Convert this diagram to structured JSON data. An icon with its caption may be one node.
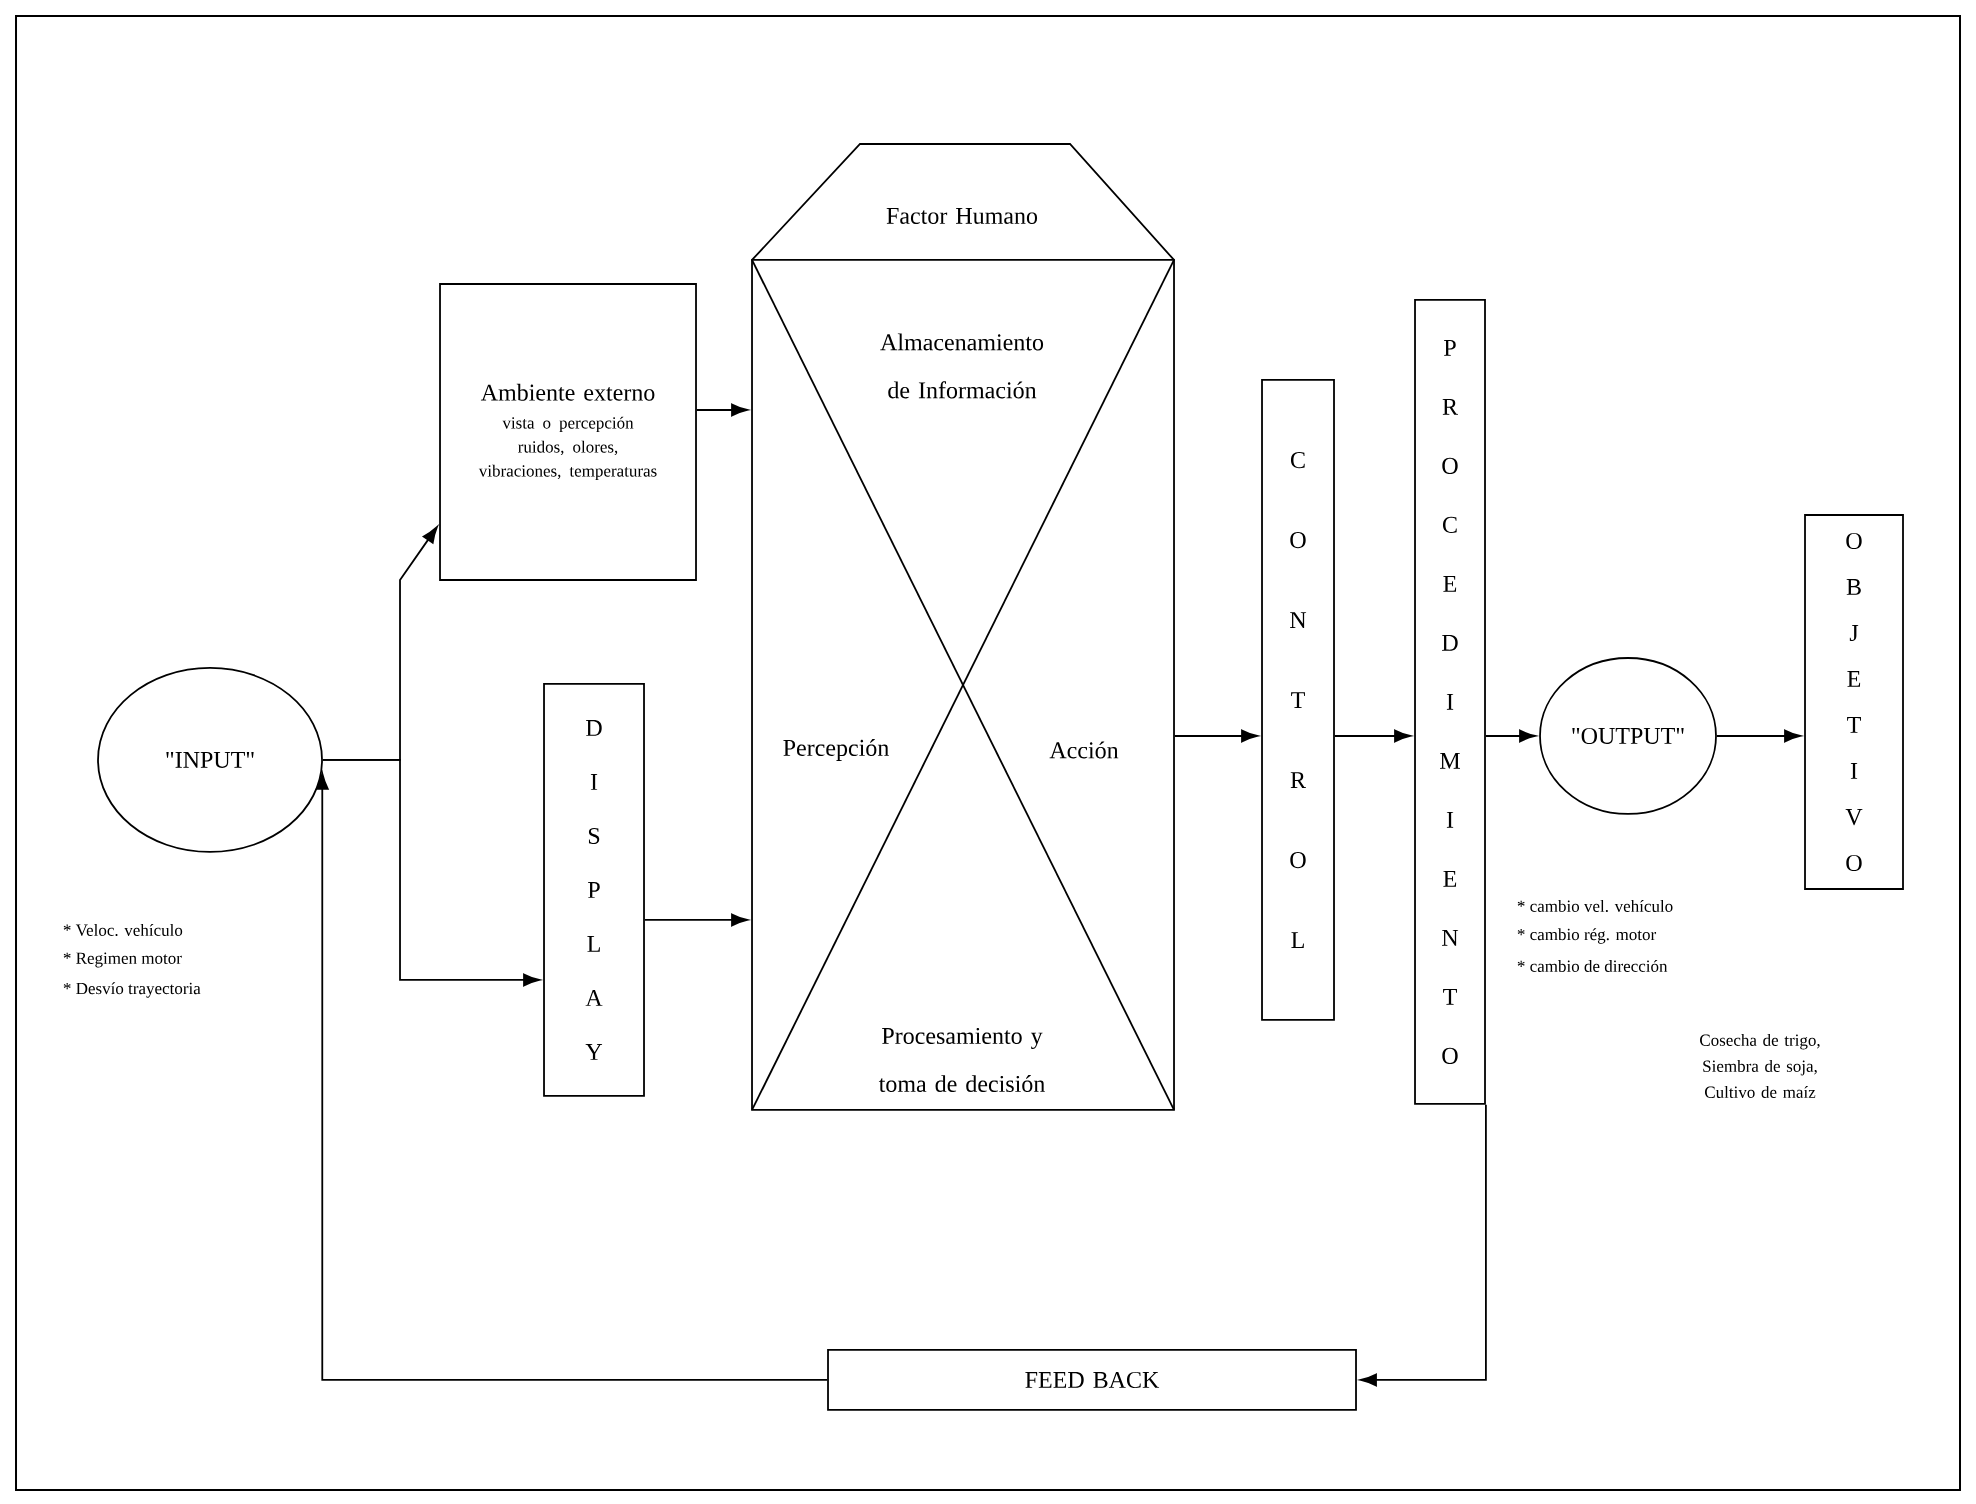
{
  "diagram": {
    "nodes": [
      {
        "text": [
          "\"INPUT\""
        ]
      },
      {
        "text": [
          "Ambiente externo",
          "vista o percepción ruidos, olores, vibraciones, temperaturas"
        ]
      },
      {
        "text": [
          "DISPLAY"
        ]
      },
      {
        "text": [
          "Factor Humano",
          "Almacenamiento de Información",
          "Percepción",
          "Acción",
          "Procesamiento y toma de decisión"
        ]
      },
      {
        "text": [
          "CONTROL"
        ]
      },
      {
        "text": [
          "PROCEDIMIENTO"
        ]
      },
      {
        "text": [
          "\"OUTPUT\""
        ]
      },
      {
        "text": [
          "OBJETIVO"
        ]
      },
      {
        "text": [
          "FEED BACK"
        ]
      }
    ],
    "edges": [
      {
        "from": 0,
        "to": 1,
        "arrow": "to"
      },
      {
        "from": 0,
        "to": 2,
        "arrow": "to"
      },
      {
        "from": 1,
        "to": 3,
        "arrow": "to"
      },
      {
        "from": 2,
        "to": 3,
        "arrow": "to"
      },
      {
        "from": 3,
        "to": 4,
        "arrow": "to"
      },
      {
        "from": 4,
        "to": 5,
        "arrow": "to"
      },
      {
        "from": 5,
        "to": 6,
        "arrow": "to"
      },
      {
        "from": 6,
        "to": 7,
        "arrow": "to"
      },
      {
        "from": 5,
        "to": 8,
        "arrow": "to"
      },
      {
        "from": 8,
        "to": 0,
        "arrow": "to"
      }
    ],
    "labels": [
      "* Veloc. vehículo",
      "* Regimen motor",
      "* Desvío trayectoria",
      "* cambio vel. vehículo",
      "* cambio rég. motor",
      "* cambio de dirección",
      "Cosecha de trigo, Siembra de soja, Cultivo de maíz"
    ]
  }
}
